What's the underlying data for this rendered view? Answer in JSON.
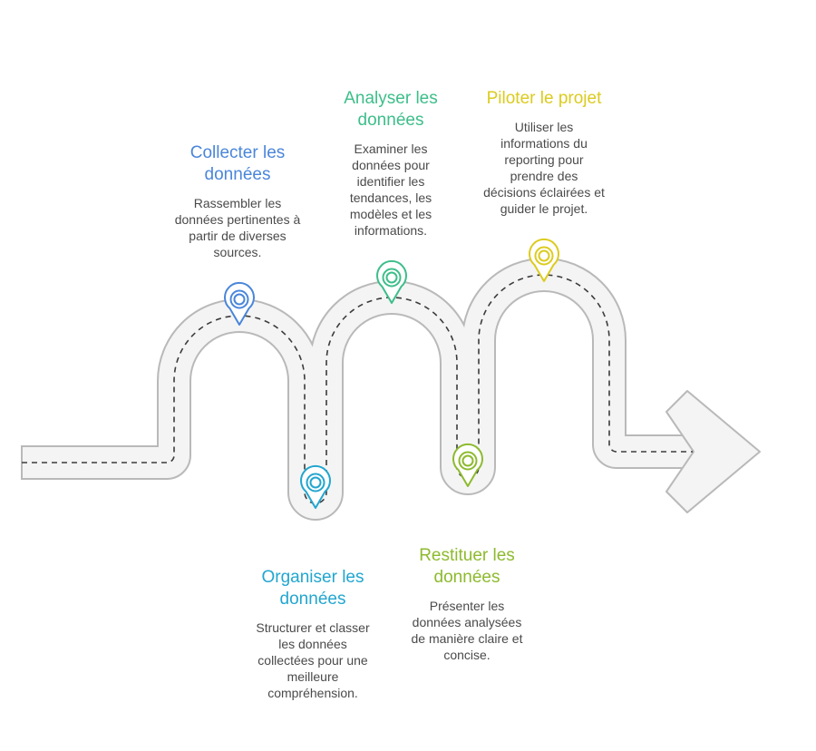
{
  "steps": [
    {
      "title": "Collecter les données",
      "description": "Rassembler les données pertinentes à partir de diverses sources.",
      "color": "#4A86DA",
      "icon": "location-pin-icon"
    },
    {
      "title": "Organiser les données",
      "description": "Structurer et classer les données collectées pour une meilleure compréhension.",
      "color": "#22A6CF",
      "icon": "location-pin-icon"
    },
    {
      "title": "Analyser les données",
      "description": "Examiner les données pour identifier les tendances, les modèles et les informations.",
      "color": "#3DBE8A",
      "icon": "location-pin-icon"
    },
    {
      "title": "Restituer les données",
      "description": "Présenter les données analysées de manière claire et concise.",
      "color": "#8DBA2E",
      "icon": "location-pin-icon"
    },
    {
      "title": "Piloter le projet",
      "description": "Utiliser les informations du reporting pour prendre des décisions éclairées et guider le projet.",
      "color": "#DCCB1E",
      "icon": "location-pin-icon"
    }
  ],
  "road": {
    "fill_color": "#F4F4F4",
    "edge_color": "#B9B9B9",
    "dash_color": "#3C3C3C"
  }
}
